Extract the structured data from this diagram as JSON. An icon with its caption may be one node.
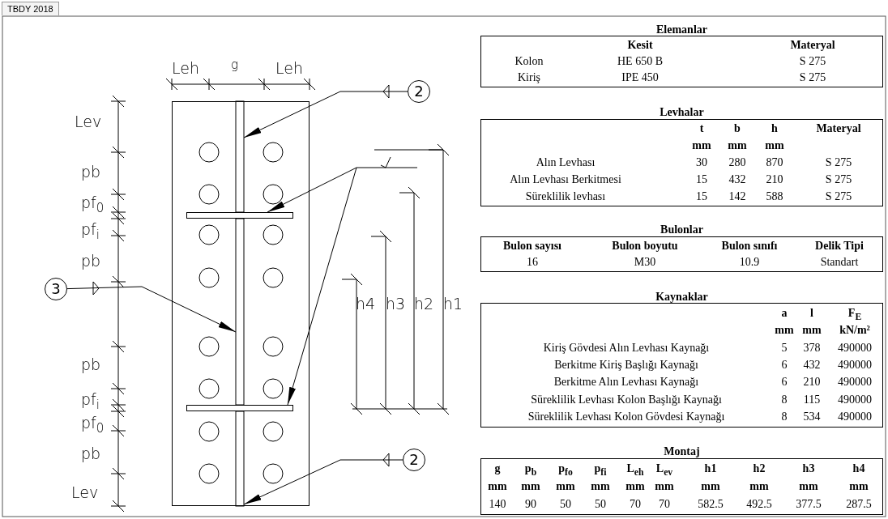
{
  "diagram": {
    "nodes": [
      {
        "text": [
          "2"
        ]
      },
      {
        "text": [],
        "shape": "box"
      },
      {
        "text": [],
        "shape": "bar",
        "in": 1
      },
      {
        "text": [
          "3"
        ]
      },
      {
        "text": [],
        "shape": "bar",
        "in": 1
      },
      {
        "text": [
          "2"
        ]
      }
    ],
    "edges": [
      {
        "from": 0,
        "to": 1,
        "arrow": "to"
      },
      {
        "from": 3,
        "to": 1,
        "arrow": "to"
      },
      {
        "from": 5,
        "to": 1,
        "arrow": "to"
      },
      {
        "from": null,
        "to": 2,
        "arrow": "to"
      },
      {
        "from": null,
        "to": 4,
        "arrow": "to"
      }
    ],
    "labels": [
      "TBDY 2018",
      "Leh",
      "g",
      "Leh",
      "Lev",
      "pb",
      "pf$_{0}$",
      "pf$_{i}$",
      "pb",
      "pb",
      "pf$_{i}$",
      "pf$_{0}$",
      "pb",
      "Lev",
      "h4",
      "h3",
      "h2",
      "h1",
      "Elemanlar",
      "Kesit",
      "Materyal",
      "Kolon",
      "HE 650 B",
      "S 275",
      "Kiriş",
      "IPE 450",
      "S 275",
      "Levhalar",
      "t",
      "b",
      "h",
      "Materyal",
      "mm",
      "mm",
      "mm",
      "Alın Levhası",
      "30",
      "280",
      "870",
      "S 275",
      "Alın Levhası Berkitmesi",
      "15",
      "432",
      "210",
      "S 275",
      "Süreklilik levhası",
      "15",
      "142",
      "588",
      "S 275",
      "Bulonlar",
      "Bulon sayısı",
      "Bulon boyutu",
      "Bulon sınıfı",
      "Delik Tipi",
      "16",
      "M30",
      "10.9",
      "Standart",
      "Kaynaklar",
      "a",
      "l",
      "F$_{E}$",
      "mm",
      "mm",
      "kN/m²",
      "Kiriş Gövdesi Alın Levhası Kaynağı",
      "5",
      "378",
      "490000",
      "Berkitme Kiriş Başlığı Kaynağı",
      "6",
      "432",
      "490000",
      "Berkitme Alın Levhası Kaynağı",
      "6",
      "210",
      "490000",
      "Süreklilik Levhası Kolon Başlığı Kaynağı",
      "8",
      "115",
      "490000",
      "Süreklilik Levhası Kolon Gövdesi Kaynağı",
      "8",
      "534",
      "490000",
      "Montaj",
      "g",
      "p$_{b}$",
      "p$_{fo}$",
      "p$_{fi}$",
      "L$_{eh}$",
      "L$_{ev}$",
      "h1",
      "h2",
      "h3",
      "h4",
      "mm",
      "mm",
      "mm",
      "mm",
      "mm",
      "mm",
      "mm",
      "mm",
      "mm",
      "mm",
      "140",
      "90",
      "50",
      "50",
      "70",
      "70",
      "582.5",
      "492.5",
      "377.5",
      "287.5"
    ]
  }
}
